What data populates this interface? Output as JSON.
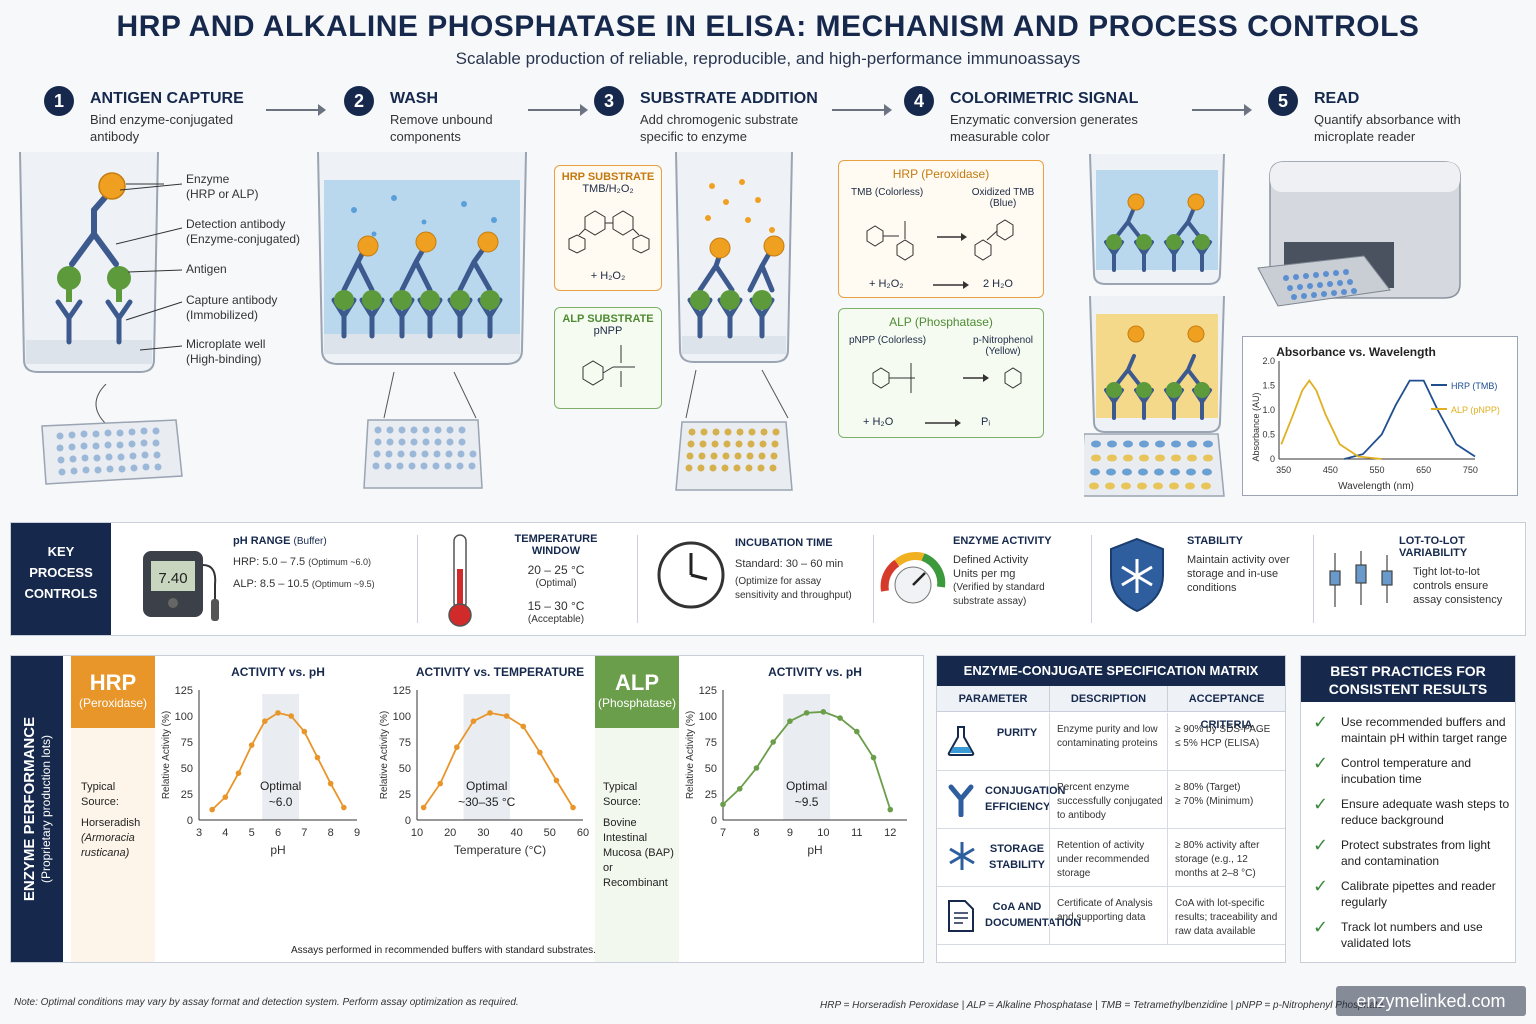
{
  "header": {
    "title": "HRP AND ALKALINE PHOSPHATASE IN ELISA: MECHANISM AND PROCESS CONTROLS",
    "subtitle": "Scalable production of reliable, reproducible, and high-performance immunoassays"
  },
  "steps": [
    {
      "num": "1",
      "name": "ANTIGEN CAPTURE",
      "desc": "Bind enzyme-conjugated antibody"
    },
    {
      "num": "2",
      "name": "WASH",
      "desc": "Remove unbound components"
    },
    {
      "num": "3",
      "name": "SUBSTRATE ADDITION",
      "desc": "Add chromogenic substrate specific to enzyme"
    },
    {
      "num": "4",
      "name": "COLORIMETRIC SIGNAL",
      "desc": "Enzymatic conversion generates measurable color"
    },
    {
      "num": "5",
      "name": "READ",
      "desc": "Quantify absorbance with microplate reader"
    }
  ],
  "well_labels": [
    {
      "title": "Enzyme",
      "sub": "(HRP or ALP)"
    },
    {
      "title": "Detection antibody",
      "sub": "(Enzyme-conjugated)"
    },
    {
      "title": "Antigen",
      "sub": ""
    },
    {
      "title": "Capture antibody",
      "sub": "(Immobilized)"
    },
    {
      "title": "Microplate well",
      "sub": "(High-binding)"
    }
  ],
  "substrates": {
    "hrp_title": "HRP SUBSTRATE",
    "hrp_name": "TMB/H₂O₂",
    "hrp_plus": "+ H₂O₂",
    "alp_title": "ALP SUBSTRATE",
    "alp_name": "pNPP"
  },
  "reactions": {
    "hrp_title": "HRP (Peroxidase)",
    "hrp_left": "TMB (Colorless)",
    "hrp_right": "Oxidized TMB",
    "hrp_right_sub": "(Blue)",
    "hrp_eq_left": "+ H₂O₂",
    "hrp_eq_right": "2 H₂O",
    "alp_title": "ALP (Phosphatase)",
    "alp_left": "pNPP (Colorless)",
    "alp_right": "p-Nitrophenol",
    "alp_right_sub": "(Yellow)",
    "alp_eq_left": "+ H₂O",
    "alp_eq_right": "Pᵢ"
  },
  "absorbance_chart": {
    "title": "Absorbance vs. Wavelength",
    "ylabel": "Absorbance (AU)",
    "xlabel": "Wavelength (nm)",
    "xticks": [
      "350",
      "450",
      "550",
      "650",
      "750"
    ],
    "yticks": [
      "0",
      "0.5",
      "1.0",
      "1.5",
      "2.0"
    ],
    "legend": [
      "HRP (TMB)",
      "ALP (pNPP)"
    ],
    "colors": {
      "hrp": "#1f4f8f",
      "alp": "#e0b020"
    }
  },
  "chart_data": [
    {
      "type": "line",
      "title": "Absorbance vs. Wavelength",
      "xlabel": "Wavelength (nm)",
      "ylabel": "Absorbance (AU)",
      "xlim": [
        340,
        760
      ],
      "ylim": [
        0,
        2.0
      ],
      "series": [
        {
          "name": "HRP (TMB)",
          "x": [
            480,
            520,
            560,
            590,
            620,
            650,
            680,
            720,
            760
          ],
          "y": [
            0.0,
            0.1,
            0.5,
            1.1,
            1.6,
            1.6,
            1.0,
            0.3,
            0.05
          ]
        },
        {
          "name": "ALP (pNPP)",
          "x": [
            345,
            370,
            390,
            405,
            420,
            440,
            470,
            510,
            560
          ],
          "y": [
            0.3,
            0.9,
            1.4,
            1.6,
            1.4,
            0.9,
            0.3,
            0.05,
            0.0
          ]
        }
      ]
    },
    {
      "type": "line",
      "title": "ACTIVITY vs. pH",
      "xlabel": "pH",
      "ylabel": "Relative Activity (%)",
      "xlim": [
        3,
        9
      ],
      "ylim": [
        0,
        125
      ],
      "series": [
        {
          "name": "",
          "x": [
            3.5,
            4,
            4.5,
            5,
            5.5,
            6,
            6.5,
            7,
            7.5,
            8,
            8.5
          ],
          "y": [
            10,
            22,
            45,
            72,
            95,
            103,
            100,
            85,
            60,
            35,
            12
          ]
        }
      ]
    },
    {
      "type": "line",
      "title": "ACTIVITY vs. TEMPERATURE",
      "xlabel": "Temperature (°C)",
      "ylabel": "Relative Activity (%)",
      "xlim": [
        10,
        60
      ],
      "ylim": [
        0,
        125
      ],
      "series": [
        {
          "name": "",
          "x": [
            12,
            17,
            22,
            27,
            32,
            37,
            42,
            47,
            52,
            57
          ],
          "y": [
            12,
            35,
            70,
            95,
            103,
            100,
            90,
            65,
            38,
            12
          ]
        }
      ]
    },
    {
      "type": "line",
      "title": "ACTIVITY vs. pH",
      "xlabel": "pH",
      "ylabel": "Relative Activity (%)",
      "xlim": [
        7,
        12.5
      ],
      "ylim": [
        0,
        125
      ],
      "series": [
        {
          "name": "",
          "x": [
            7,
            7.5,
            8,
            8.5,
            9,
            9.5,
            10,
            10.5,
            11,
            11.5,
            12
          ],
          "y": [
            15,
            30,
            50,
            75,
            95,
            103,
            104,
            98,
            85,
            60,
            10
          ]
        }
      ]
    }
  ],
  "controls": {
    "heading": "KEY PROCESS CONTROLS",
    "ph": {
      "title": "pH RANGE",
      "title_sub": "(Buffer)",
      "hrp": "HRP:  5.0 – 7.5",
      "hrp_opt": "(Optimum ~6.0)",
      "alp": "ALP:  8.5 – 10.5",
      "alp_opt": "(Optimum ~9.5)",
      "meter": "7.40"
    },
    "temp": {
      "title": "TEMPERATURE WINDOW",
      "opt": "20 – 25 °C",
      "opt_sub": "(Optimal)",
      "acc": "15 – 30 °C",
      "acc_sub": "(Acceptable)"
    },
    "time": {
      "title": "INCUBATION TIME",
      "std": "Standard: 30 – 60 min",
      "note": "(Optimize for assay sensitivity and throughput)"
    },
    "activity": {
      "title": "ENZYME ACTIVITY",
      "text": "Defined Activity Units per mg",
      "note": "(Verified by standard substrate assay)"
    },
    "stability": {
      "title": "STABILITY",
      "text": "Maintain activity over storage and in-use conditions"
    },
    "lot": {
      "title": "LOT-TO-LOT VARIABILITY",
      "text": "Tight lot-to-lot controls ensure assay consistency"
    }
  },
  "performance": {
    "side_title": "ENZYME PERFORMANCE",
    "side_sub": "(Proprietary production lots)",
    "hrp": {
      "name": "HRP",
      "full": "(Peroxidase)",
      "source_label": "Typical Source:",
      "source": "Horseradish",
      "source_latin": "(Armoracia rusticana)",
      "color": "#e8952a"
    },
    "alp": {
      "name": "ALP",
      "full": "(Phosphatase)",
      "source_label": "Typical Source:",
      "source": "Bovine Intestinal Mucosa (BAP) or Recombinant",
      "color": "#6b9e4a"
    },
    "chart1": {
      "title": "ACTIVITY vs. pH",
      "ylabel": "Relative Activity (%)",
      "xlabel": "pH",
      "opt": "Optimal",
      "opt_val": "~6.0",
      "xticks": [
        "3",
        "4",
        "5",
        "6",
        "7",
        "8",
        "9"
      ]
    },
    "chart2": {
      "title": "ACTIVITY vs. TEMPERATURE",
      "ylabel": "Relative Activity (%)",
      "xlabel": "Temperature (°C)",
      "opt": "Optimal",
      "opt_val": "~30–35 °C",
      "xticks": [
        "10",
        "20",
        "30",
        "40",
        "50",
        "60"
      ]
    },
    "chart3": {
      "title": "ACTIVITY vs. pH",
      "ylabel": "Relative Activity (%)",
      "xlabel": "pH",
      "opt": "Optimal",
      "opt_val": "~9.5",
      "xticks": [
        "7",
        "8",
        "9",
        "10",
        "11",
        "12"
      ]
    },
    "yticks": [
      "0",
      "25",
      "50",
      "75",
      "100",
      "125"
    ],
    "footnote": "Assays performed in recommended buffers with standard substrates."
  },
  "matrix": {
    "title": "ENZYME-CONJUGATE SPECIFICATION MATRIX",
    "cols": [
      "PARAMETER",
      "DESCRIPTION",
      "ACCEPTANCE CRITERIA"
    ],
    "rows": [
      {
        "param": "PURITY",
        "desc": "Enzyme purity and low contaminating proteins",
        "acc": "≥ 90% by SDS-PAGE\n≤ 5% HCP (ELISA)",
        "icon": "flask-icon"
      },
      {
        "param": "CONJUGATION EFFICIENCY",
        "desc": "Percent enzyme successfully conjugated to antibody",
        "acc": "≥ 80% (Target)\n≥ 70% (Minimum)",
        "icon": "antibody-icon"
      },
      {
        "param": "STORAGE STABILITY",
        "desc": "Retention of activity under recommended storage",
        "acc": "≥ 80% activity after storage (e.g., 12 months at 2–8 °C)",
        "icon": "snowflake-icon"
      },
      {
        "param": "CoA AND DOCUMENTATION",
        "desc": "Certificate of Analysis and supporting data",
        "acc": "CoA with lot-specific results; traceability and raw data available",
        "icon": "document-icon"
      }
    ]
  },
  "best_practices": {
    "title": "BEST PRACTICES FOR CONSISTENT RESULTS",
    "items": [
      "Use recommended buffers and maintain pH within target range",
      "Control temperature and incubation time",
      "Ensure adequate wash steps to reduce background",
      "Protect substrates from light and contamination",
      "Calibrate pipettes and reader regularly",
      "Track lot numbers and use validated lots"
    ]
  },
  "footer": {
    "note": "Note: Optimal conditions may vary by assay format and detection system. Perform assay optimization as required.",
    "abbr": "HRP = Horseradish Peroxidase   |   ALP = Alkaline Phosphatase   |   TMB = Tetramethylbenzidine   |   pNPP = p-Nitrophenyl Phosphate",
    "watermark": "enzymelinked.com"
  }
}
